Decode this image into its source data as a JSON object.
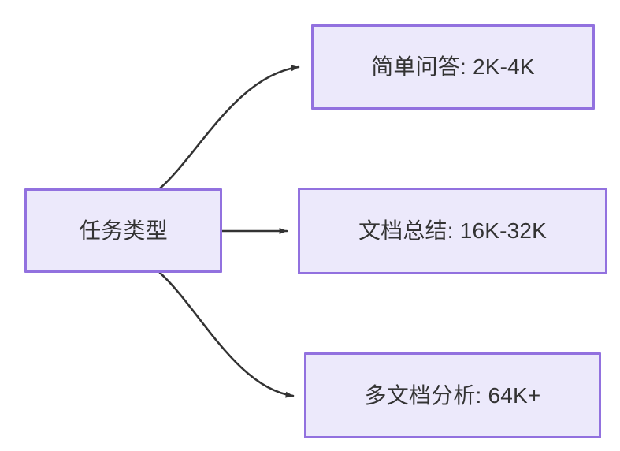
{
  "diagram": {
    "type": "flowchart",
    "direction": "left-to-right",
    "background_color": "#ffffff",
    "node_fill_color": "#ece9fb",
    "node_border_color": "#9271df",
    "node_text_color": "#333333",
    "edge_color": "#333333",
    "nodes": [
      {
        "id": "root",
        "label": "任务类型"
      },
      {
        "id": "simple_qa",
        "label": "简单问答: 2K-4K"
      },
      {
        "id": "doc_summary",
        "label": "文档总结: 16K-32K"
      },
      {
        "id": "multi_doc",
        "label": "多文档分析: 64K+"
      }
    ],
    "edges": [
      {
        "from": "root",
        "to": "simple_qa",
        "style": "curved",
        "arrow": "arrowhead-icon",
        "label": ""
      },
      {
        "from": "root",
        "to": "doc_summary",
        "style": "straight",
        "arrow": "arrowhead-icon",
        "label": ""
      },
      {
        "from": "root",
        "to": "multi_doc",
        "style": "curved",
        "arrow": "arrowhead-icon",
        "label": ""
      }
    ]
  }
}
